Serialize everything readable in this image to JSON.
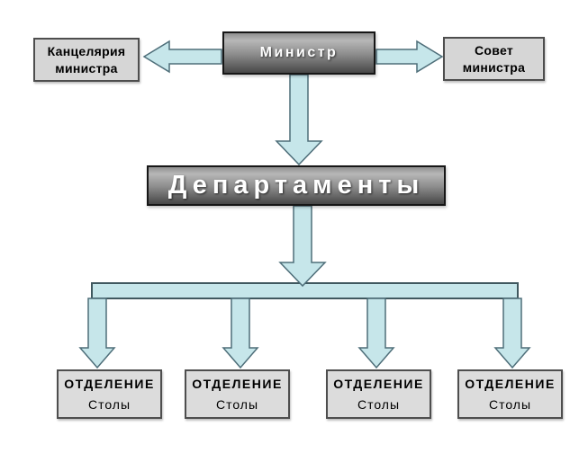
{
  "nodes": {
    "minister": {
      "label": "Министр"
    },
    "chancellery": {
      "label": "Канцелярия министра"
    },
    "council": {
      "label": "Совет министра"
    },
    "departments": {
      "label": "Департаменты"
    }
  },
  "divisions": [
    {
      "title": "ОТДЕЛЕНИЕ",
      "subtitle": "Столы"
    },
    {
      "title": "ОТДЕЛЕНИЕ",
      "subtitle": "Столы"
    },
    {
      "title": "ОТДЕЛЕНИЕ",
      "subtitle": "Столы"
    },
    {
      "title": "ОТДЕЛЕНИЕ",
      "subtitle": "Столы"
    }
  ],
  "edges": [
    {
      "from": "minister",
      "to": "chancellery",
      "direction": "left"
    },
    {
      "from": "minister",
      "to": "council",
      "direction": "right"
    },
    {
      "from": "minister",
      "to": "departments",
      "direction": "down"
    },
    {
      "from": "departments",
      "to": "division-1",
      "direction": "down"
    },
    {
      "from": "departments",
      "to": "division-2",
      "direction": "down"
    },
    {
      "from": "departments",
      "to": "division-3",
      "direction": "down"
    },
    {
      "from": "departments",
      "to": "division-4",
      "direction": "down"
    }
  ],
  "colors": {
    "background": "#ffffff",
    "arrow_fill": "#c6e6ea",
    "arrow_border": "#4e6e79",
    "dark_box_gradient_top": "#b7b7b7",
    "dark_box_gradient_bottom": "#474747",
    "dark_box_text": "#ffffff",
    "light_box_fill": "#d6d6d6",
    "division_box_fill": "#dcdcdc",
    "light_box_border": "#4e4e4e",
    "light_box_text": "#000000"
  }
}
